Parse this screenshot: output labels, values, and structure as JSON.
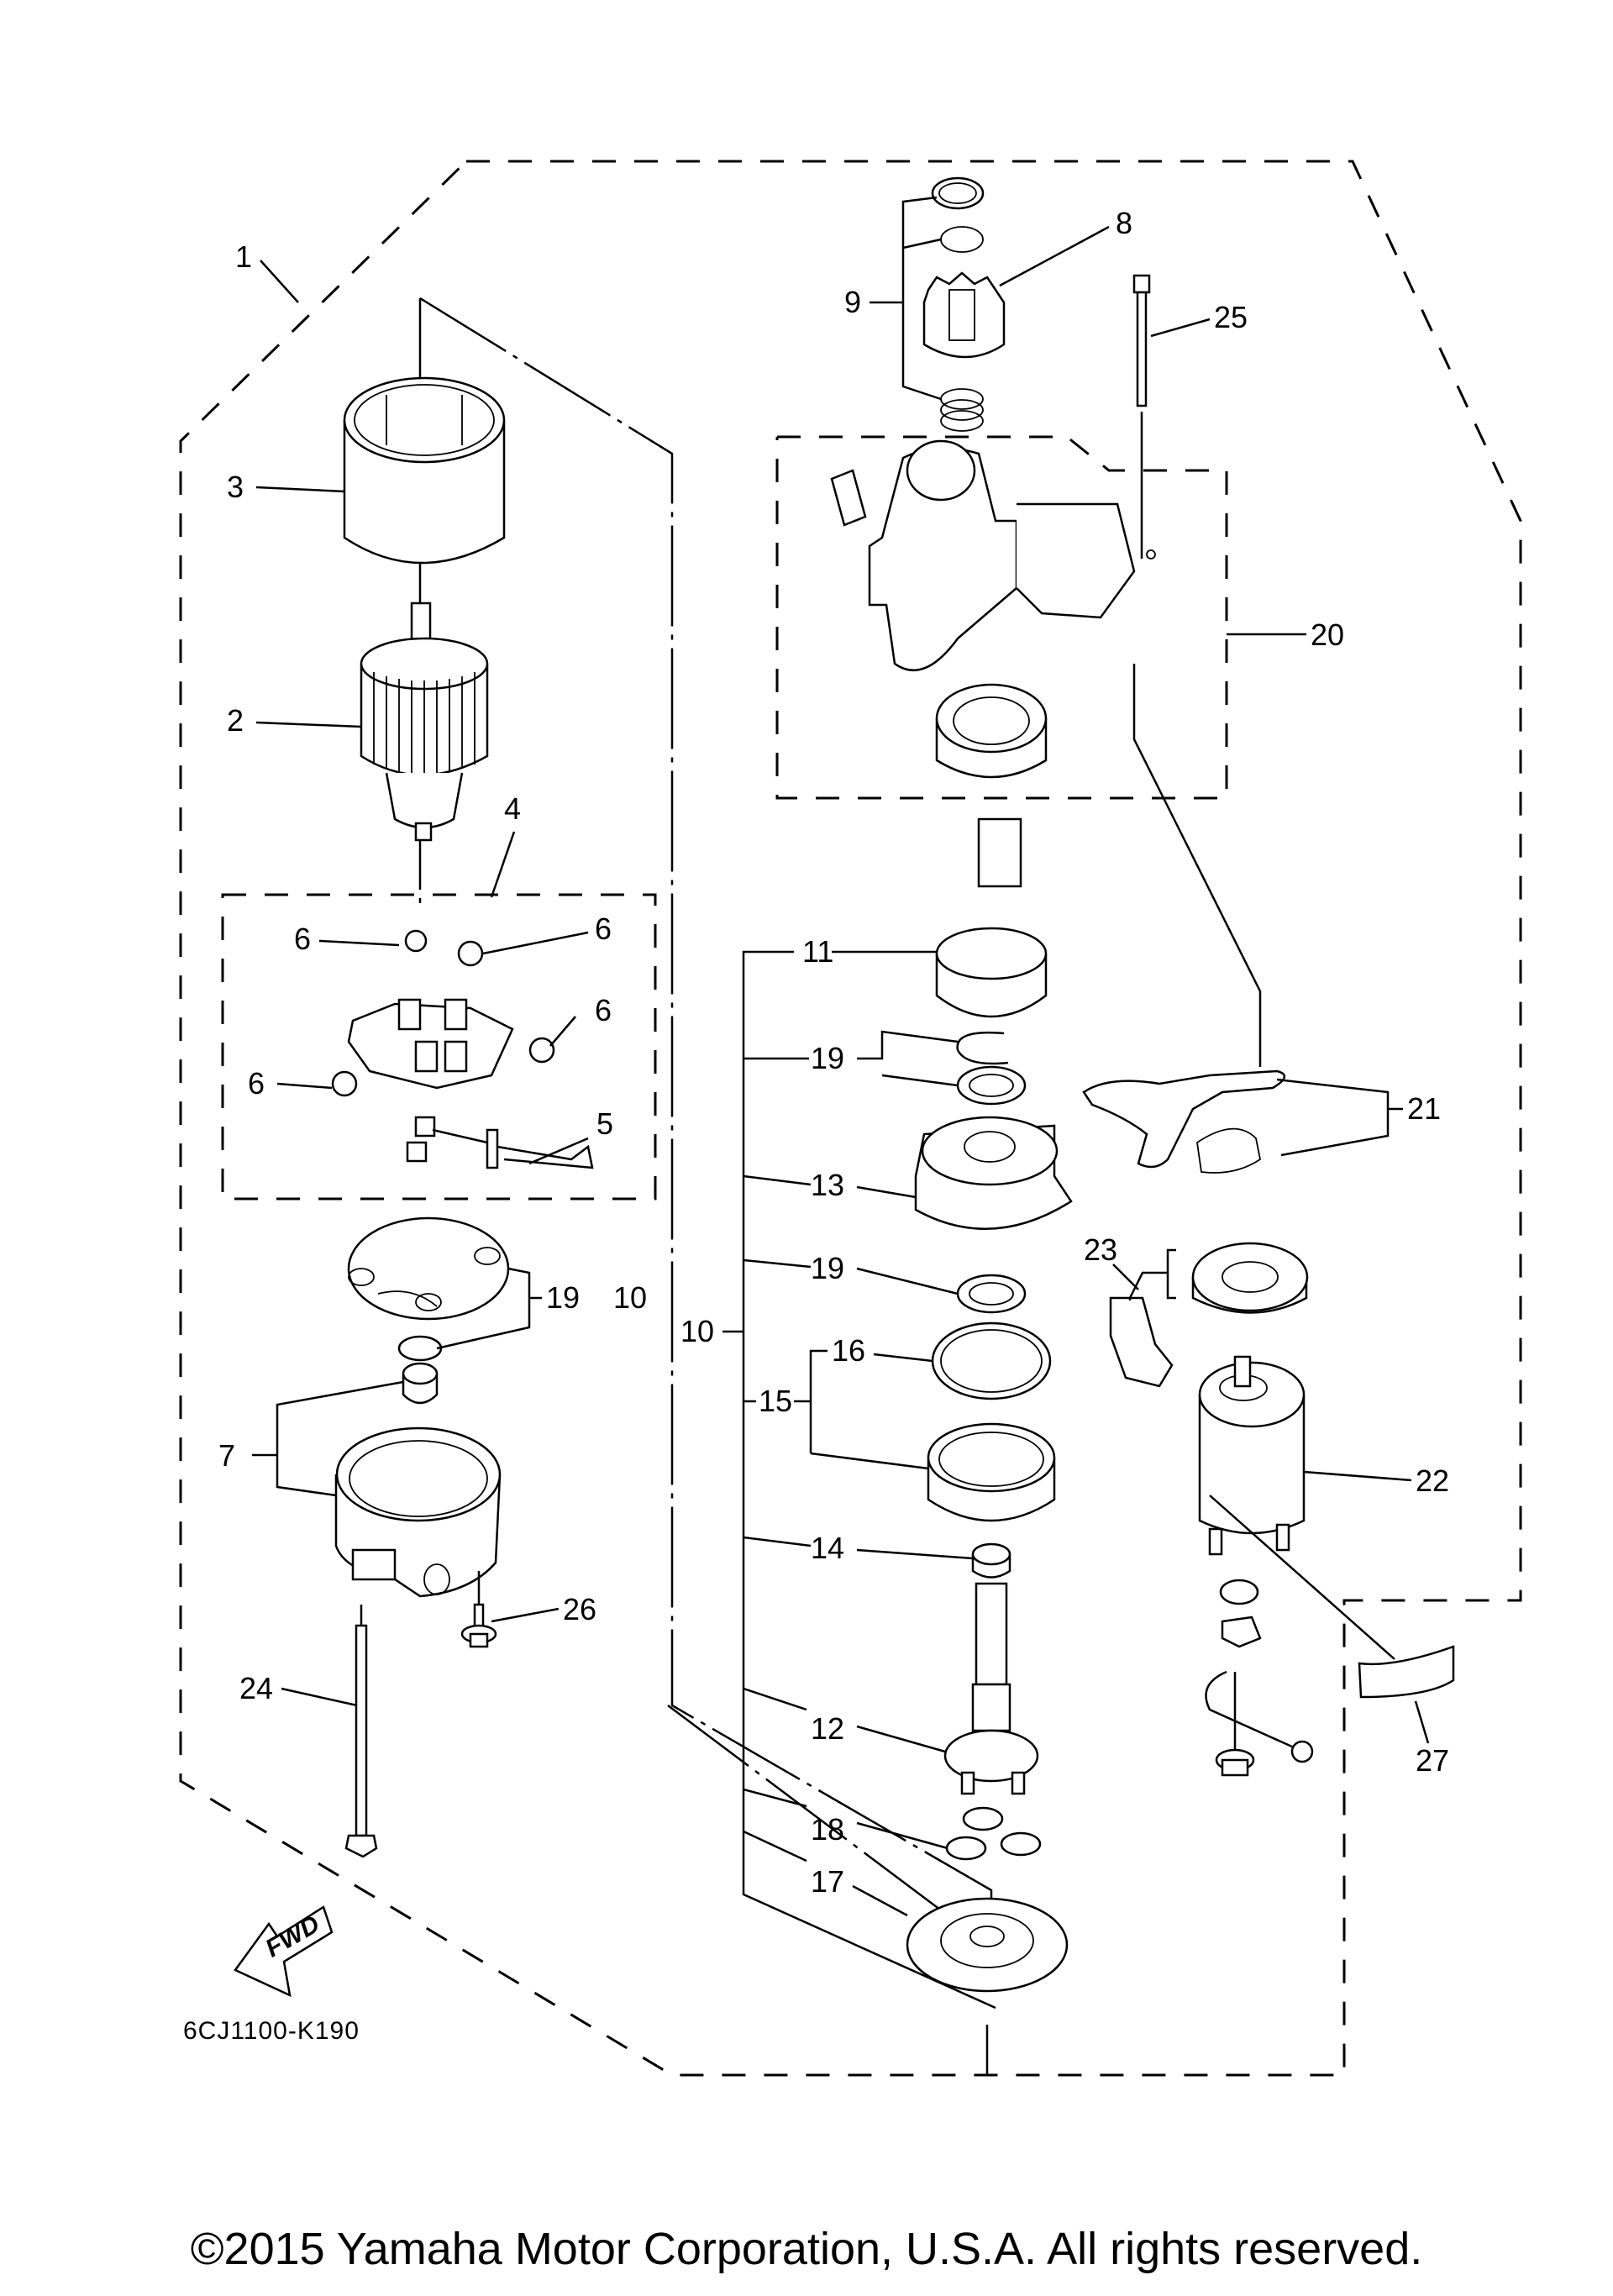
{
  "diagram": {
    "title": "Starting Motor exploded view",
    "part_code": "6CJ1100-K190",
    "fwd_label": "FWD",
    "callouts": {
      "c1": "1",
      "c2": "2",
      "c3": "3",
      "c4": "4",
      "c5": "5",
      "c6a": "6",
      "c6b": "6",
      "c6c": "6",
      "c6d": "6",
      "c7": "7",
      "c8": "8",
      "c9": "9",
      "c10a": "10",
      "c10b": "10",
      "c11": "11",
      "c12": "12",
      "c13": "13",
      "c14": "14",
      "c15": "15",
      "c16": "16",
      "c17": "17",
      "c18": "18",
      "c19a": "19",
      "c19b": "19",
      "c19c": "19",
      "c20": "20",
      "c21": "21",
      "c22": "22",
      "c23": "23",
      "c24": "24",
      "c25": "25",
      "c26": "26",
      "c27": "27"
    }
  },
  "footer": {
    "copyright": "©2015 Yamaha Motor Corporation, U.S.A. All rights reserved."
  }
}
